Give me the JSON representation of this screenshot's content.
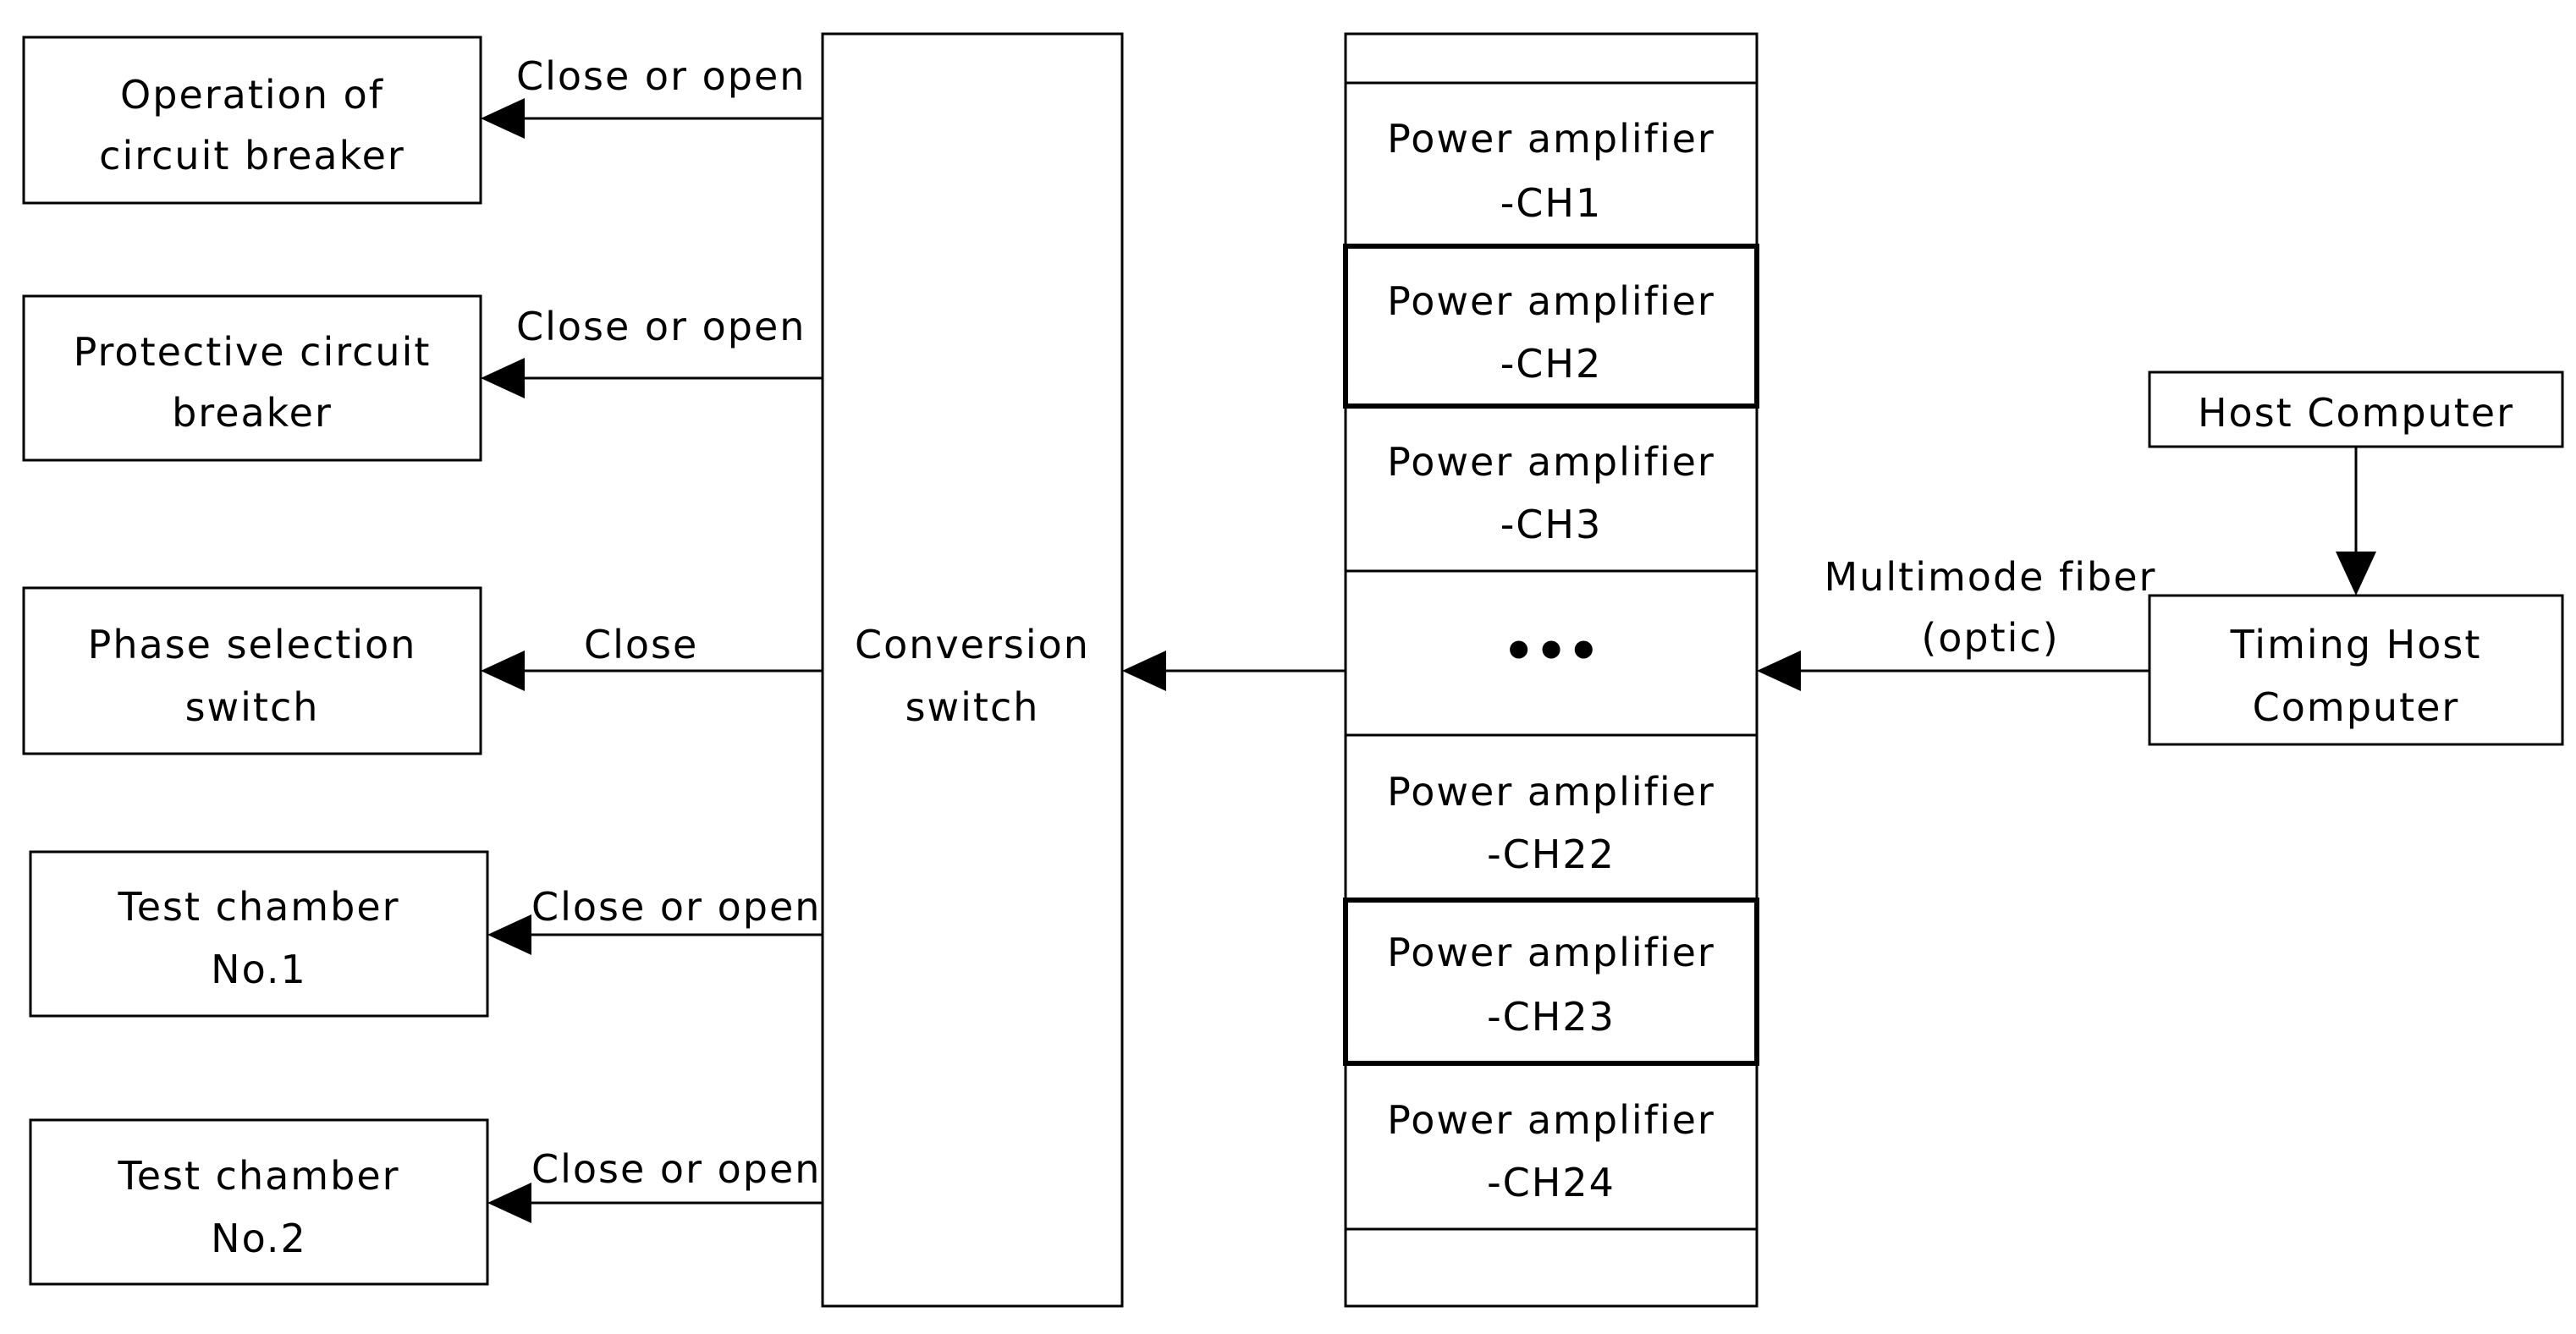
{
  "left_boxes": [
    {
      "line1": "Operation of",
      "line2": "circuit breaker",
      "signal": "Close or open"
    },
    {
      "line1": "Protective circuit",
      "line2": "breaker",
      "signal": "Close or open"
    },
    {
      "line1": "Phase selection",
      "line2": "switch",
      "signal": "Close"
    },
    {
      "line1": "Test chamber",
      "line2": "No.1",
      "signal": "Close or open"
    },
    {
      "line1": "Test chamber",
      "line2": "No.2",
      "signal": "Close or open"
    }
  ],
  "conversion_switch": {
    "line1": "Conversion",
    "line2": "switch"
  },
  "amplifiers": [
    {
      "line1": "Power amplifier",
      "line2": "-CH1"
    },
    {
      "line1": "Power amplifier",
      "line2": "-CH2"
    },
    {
      "line1": "Power amplifier",
      "line2": "-CH3"
    },
    {
      "ellipsis": "•••"
    },
    {
      "line1": "Power amplifier",
      "line2": "-CH22"
    },
    {
      "line1": "Power amplifier",
      "line2": "-CH23"
    },
    {
      "line1": "Power amplifier",
      "line2": "-CH24"
    }
  ],
  "fiber_label": {
    "line1": "Multimode fiber",
    "line2": "(optic)"
  },
  "host_computer": "Host Computer",
  "timing_host": {
    "line1": "Timing Host",
    "line2": "Computer"
  }
}
